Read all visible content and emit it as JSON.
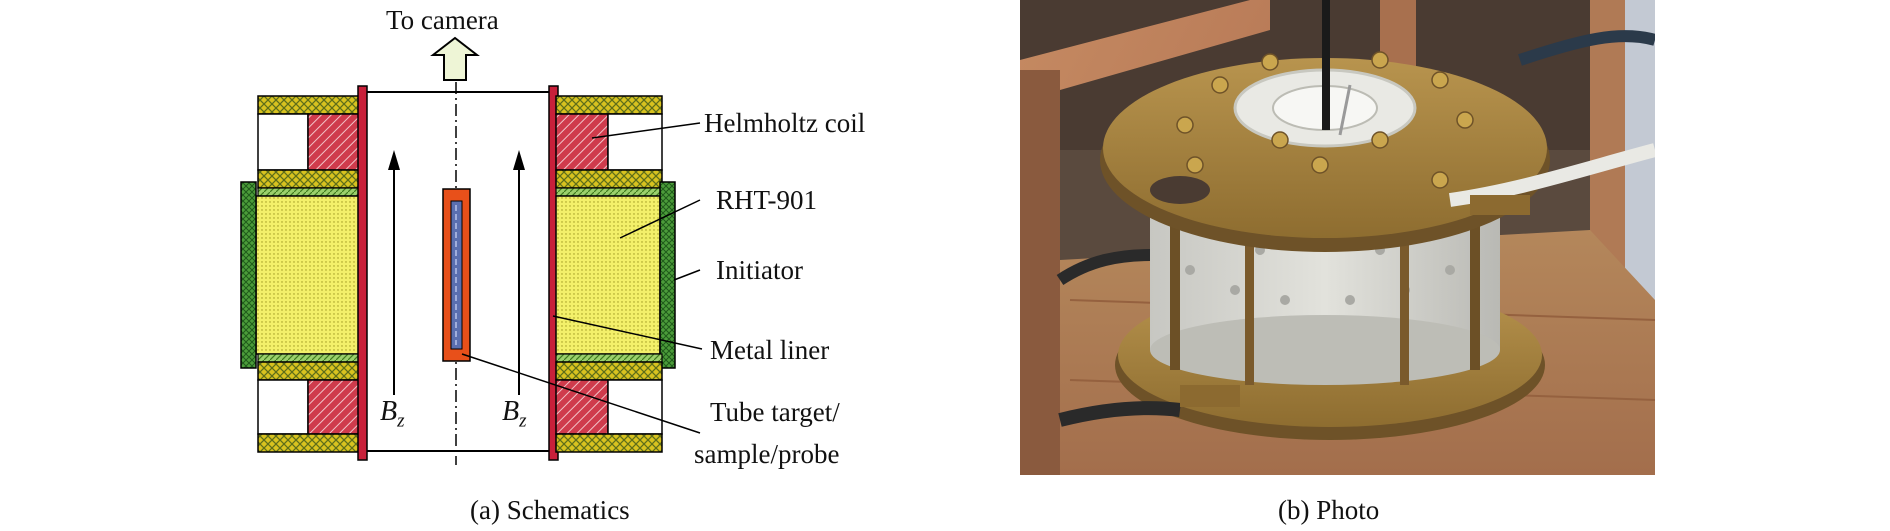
{
  "schematic": {
    "top_label": "To camera",
    "field_symbol": "B",
    "field_subscript": "z",
    "callouts": {
      "helmholtz": "Helmholtz coil",
      "explosive": "RHT-901",
      "initiator": "Initiator",
      "liner": "Metal liner",
      "target_line1": "Tube target/",
      "target_line2": "sample/probe"
    },
    "caption": "(a) Schematics"
  },
  "photo": {
    "caption": "(b) Photo"
  },
  "colors": {
    "coil": "#d9b21c",
    "coil_hatch": "#5c6f1a",
    "red": "#d23a4a",
    "explosive": "#f1ef5a",
    "initiator": "#4a9a3a",
    "liner": "#c8203a",
    "target": "#e8501a",
    "probe": "#5a6fb0",
    "arrow": "#eef5d6"
  }
}
